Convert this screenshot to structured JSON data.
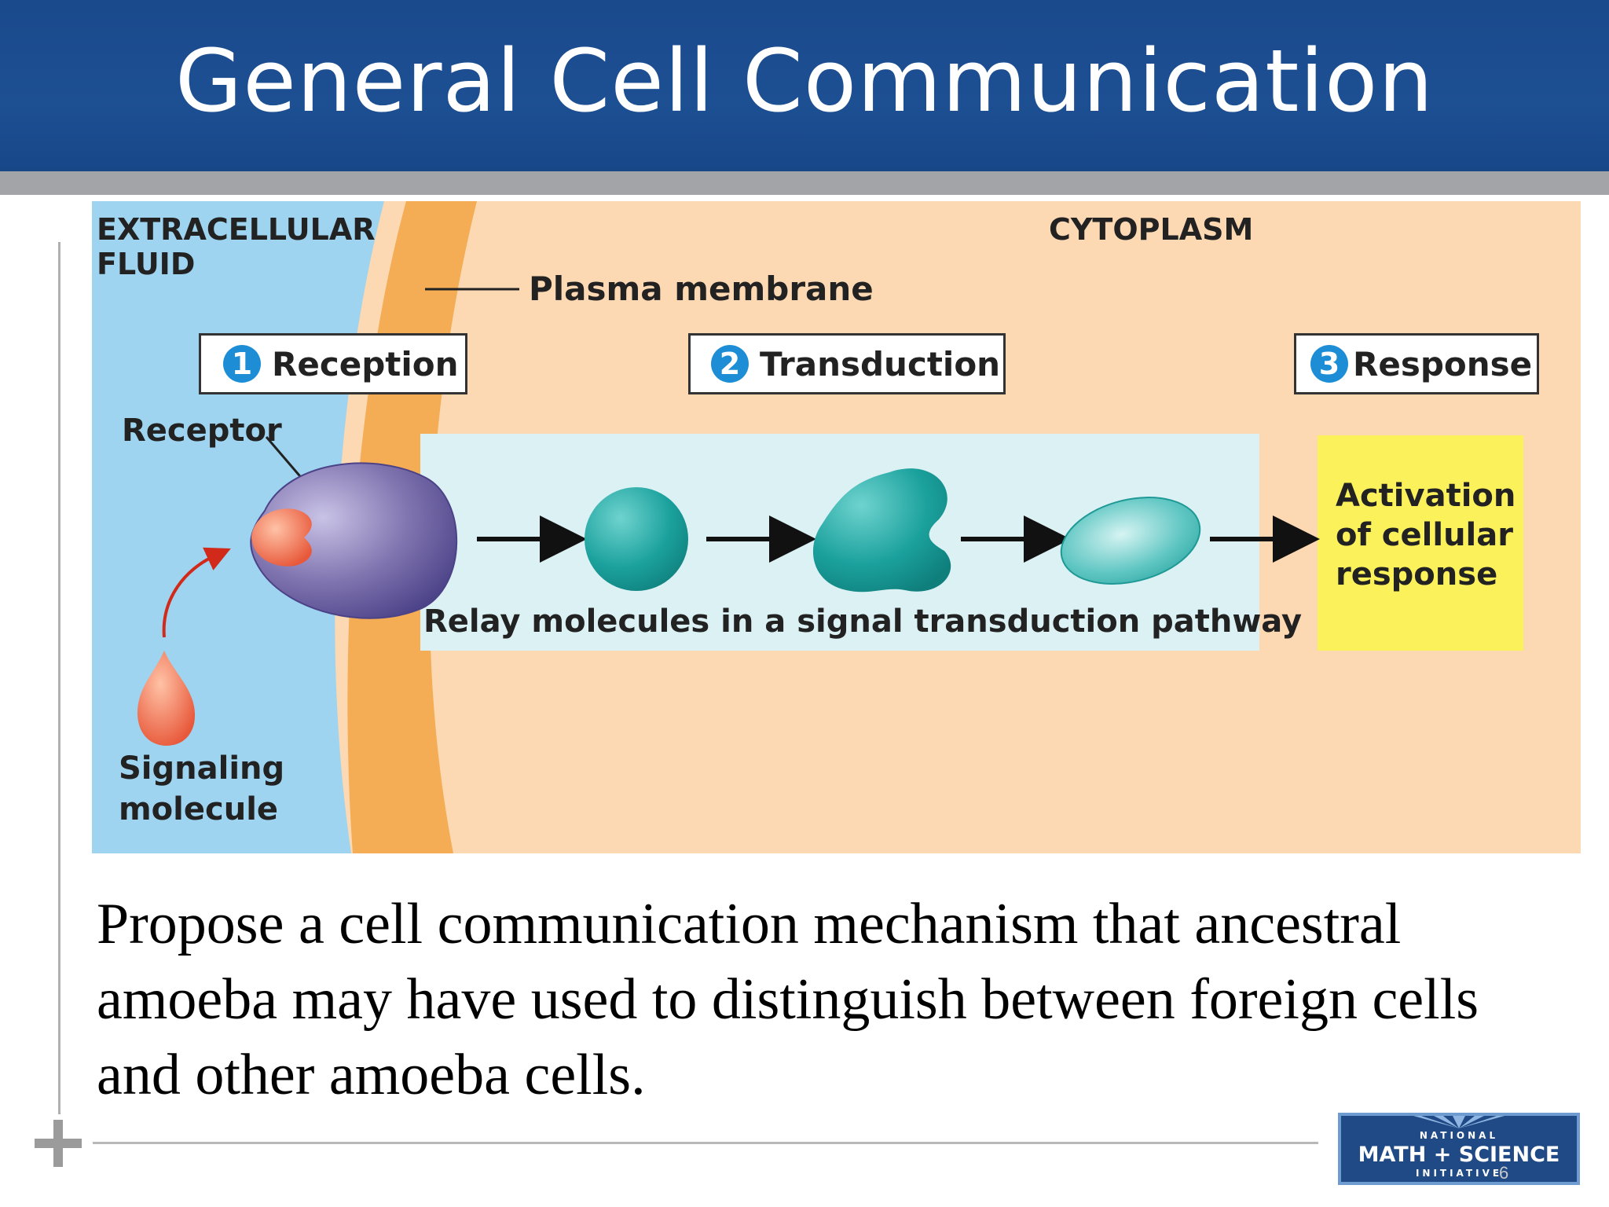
{
  "slide": {
    "title": "General Cell Communication",
    "page_number": "6"
  },
  "diagram": {
    "regions": {
      "extracellular": [
        "EXTRACELLULAR",
        "FLUID"
      ],
      "cytoplasm": "CYTOPLASM",
      "membrane": "Plasma membrane"
    },
    "steps": [
      {
        "number": "1",
        "label": "Reception"
      },
      {
        "number": "2",
        "label": "Transduction"
      },
      {
        "number": "3",
        "label": "Response"
      }
    ],
    "receptor_label": "Receptor",
    "signaling_label": [
      "Signaling",
      "molecule"
    ],
    "pathway_label": "Relay molecules in a signal transduction pathway",
    "response_box": [
      "Activation",
      "of cellular",
      "response"
    ],
    "colors": {
      "extracellular": "#9ed4f0",
      "membrane": "#f5ad55",
      "cytoplasm": "#fcd8b3",
      "pathway_band": "#dbf1f4",
      "response_box": "#fbf15a",
      "receptor": "#8175b0",
      "signal": "#ef6f4f",
      "relay": "#1ba19d",
      "step_number": "#1d8ed6"
    }
  },
  "body": {
    "lines": [
      "Propose a cell communication mechanism that ancestral",
      "amoeba may have used to distinguish between foreign cells",
      "and other amoeba cells."
    ]
  },
  "logo": {
    "line1": "NATIONAL",
    "line2": "MATH + SCIENCE",
    "line3": "INITIATIVE"
  }
}
